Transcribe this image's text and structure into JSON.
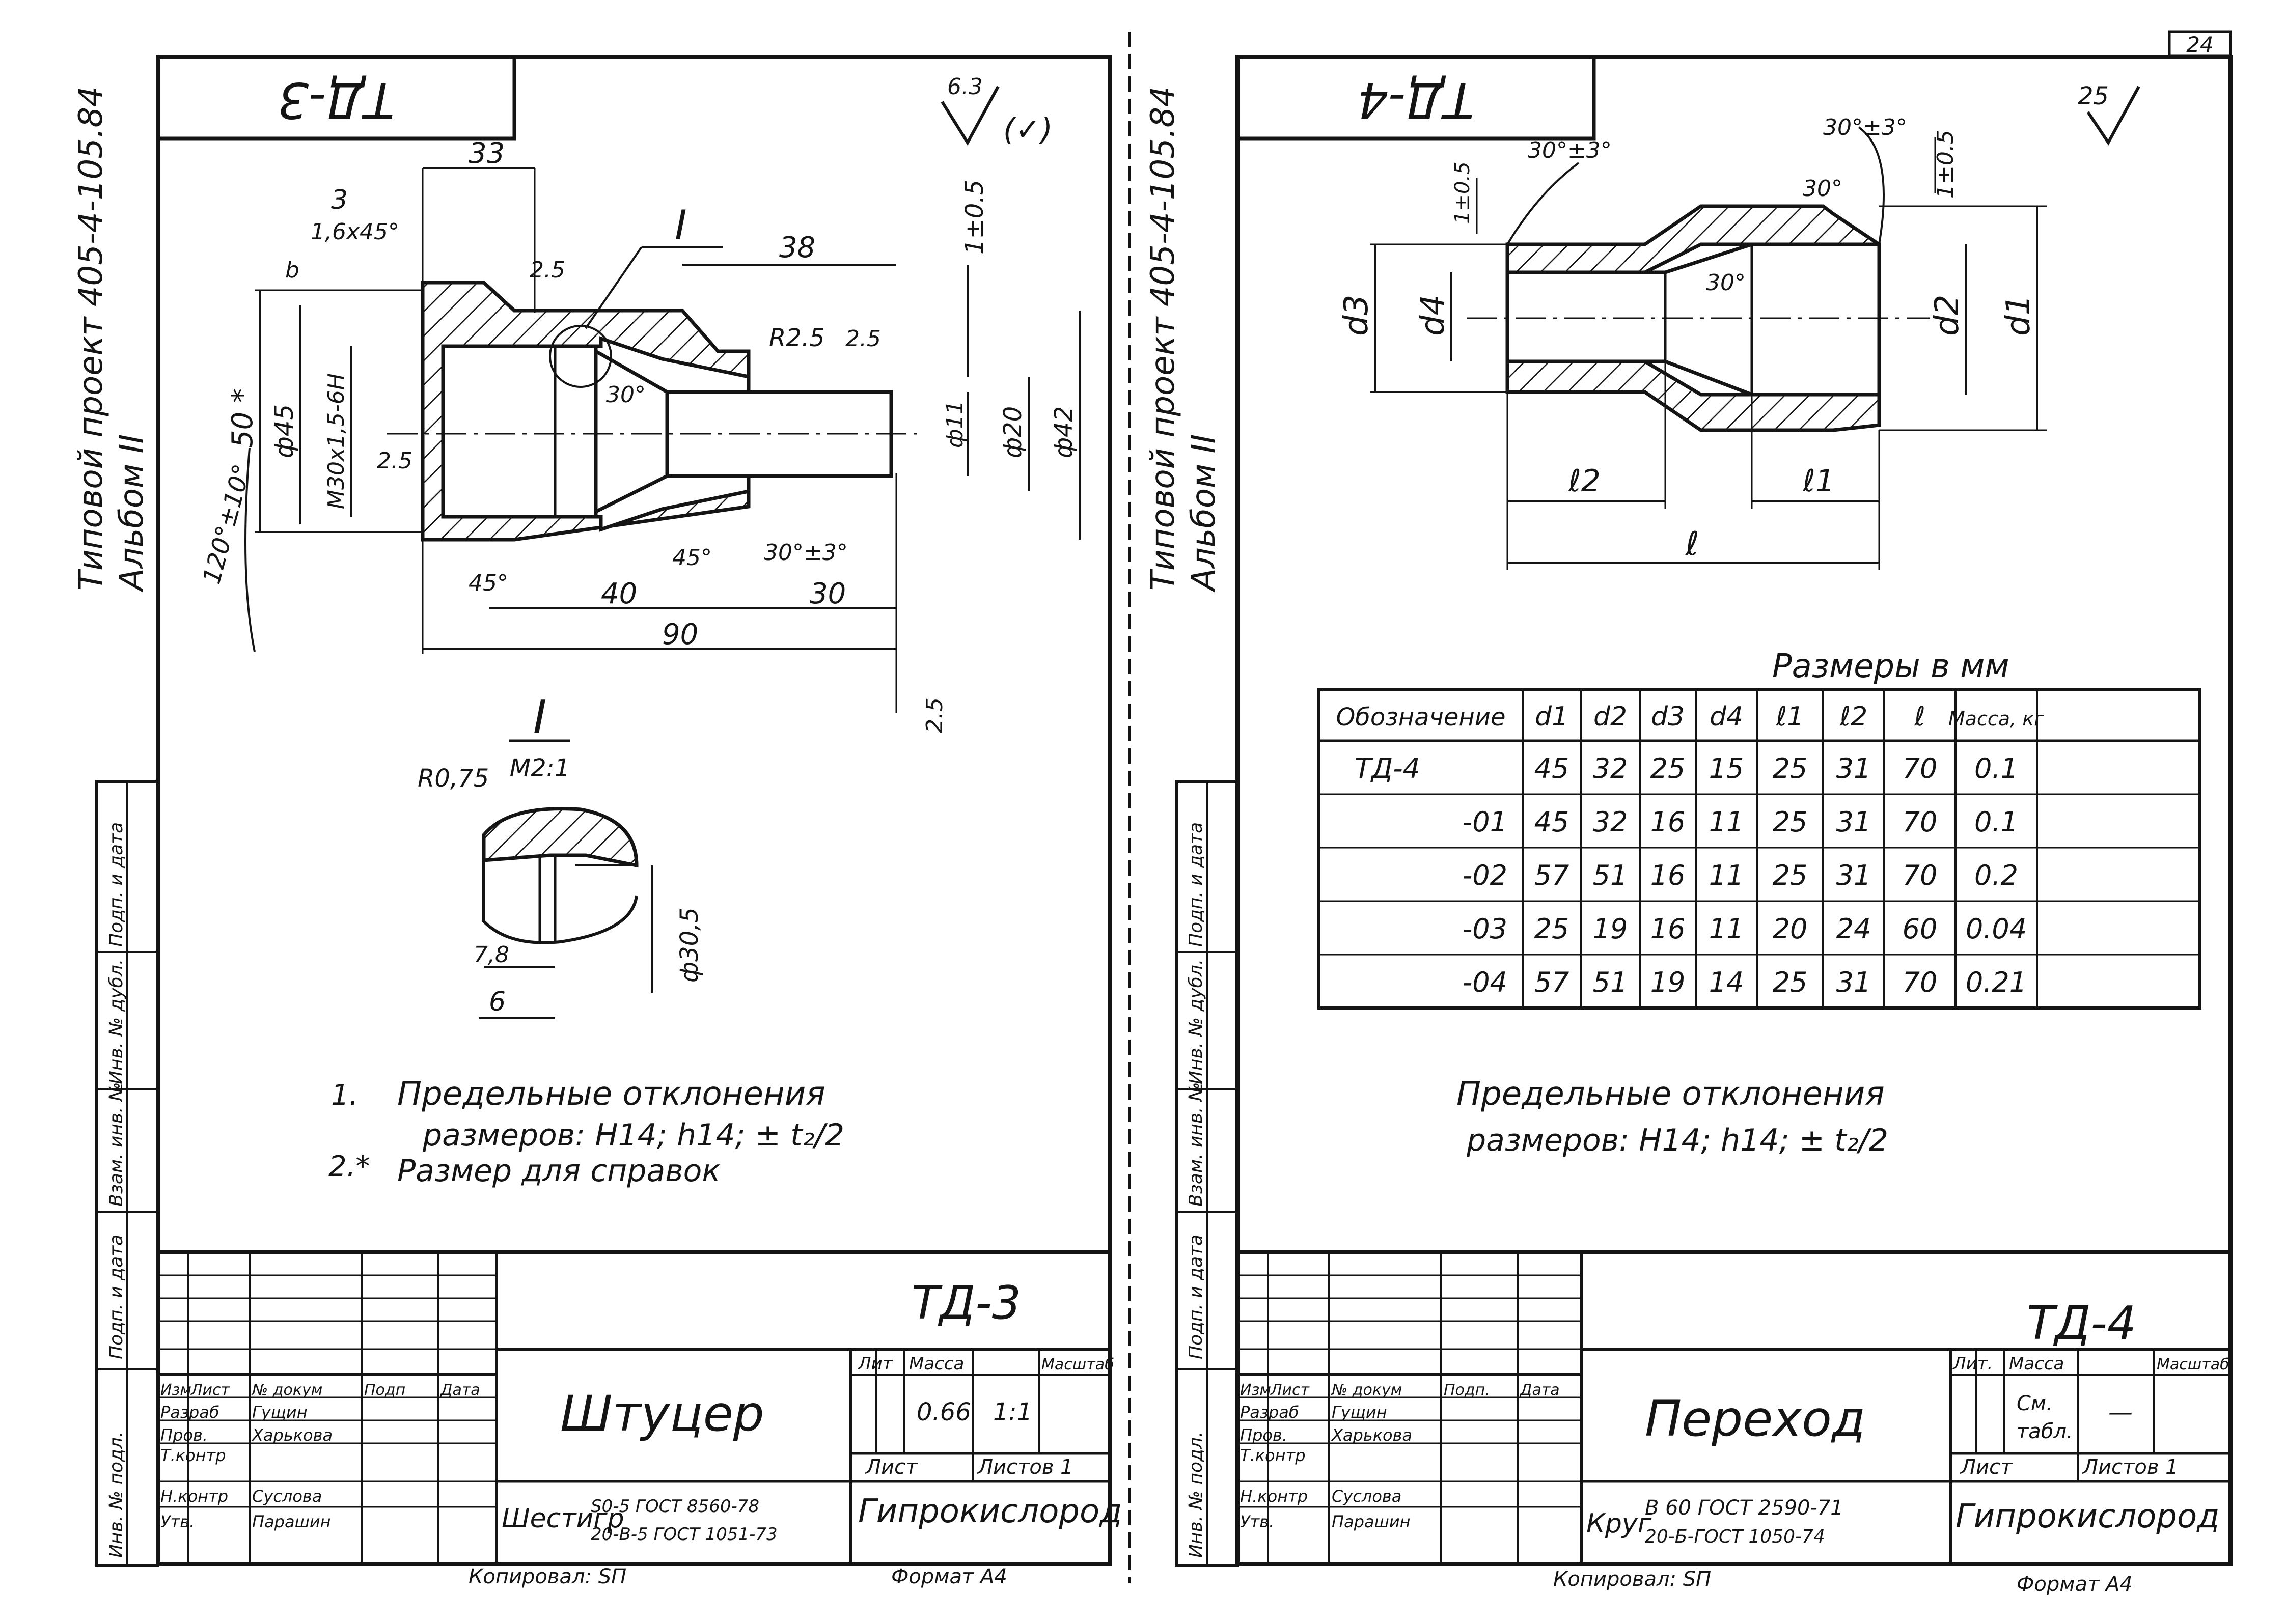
{
  "page_number": "24",
  "left_sheet": {
    "project_title_line1": "Типовой проект 405-4-105.84",
    "project_title_line2": "Альбом II",
    "designation_box": "ТД-3",
    "roughness": "6.3",
    "roughness_suffix": "(✓)",
    "dims": {
      "d33": "33",
      "d3": "3",
      "chamfer": "1,6x45°",
      "b": "b",
      "r25a": "2.5",
      "section_mark": "I",
      "d38": "38",
      "tol_1": "1±0.5",
      "r25": "R2.5",
      "r25b": "2.5",
      "d50": "50 *",
      "d45": "ф45",
      "thread": "M30x1,5-6H",
      "r25c": "2.5",
      "a30": "30°",
      "d11": "ф11",
      "d20": "ф20",
      "d42": "ф42",
      "a120": "120°±10°",
      "a45a": "45°",
      "a45b": "45°",
      "a30tol": "30°±3°",
      "d40": "40",
      "d30": "30",
      "d90": "90",
      "rough_small": "2.5"
    },
    "detail": {
      "title": "I",
      "scale": "M2:1",
      "radius": "R0,75",
      "d78": "7,8",
      "d6": "6",
      "d305": "ф30,5"
    },
    "notes": [
      {
        "num": "1.",
        "line1": "Предельные отклонения",
        "line2": "размеров: H14; h14; ± t₂/2"
      },
      {
        "num": "2.*",
        "line1": "Размер для справок",
        "line2": ""
      }
    ],
    "side_stamp": [
      "Инв. № подл.",
      "Подп. и дата",
      "Взам. инв. №",
      "Инв. № дубл.",
      "Подп. и дата"
    ],
    "title_block": {
      "designation": "ТД-3",
      "name": "Штуцер",
      "material_label": "Шестигр",
      "material_line1": "S0-5 ГОСТ 8560-78",
      "material_line2": "20-В-5 ГОСТ 1051-73",
      "col_lit": "Лит",
      "col_mass": "Масса",
      "col_scale": "Масштаб",
      "mass": "0.66",
      "scale": "1:1",
      "sheet": "Лист",
      "sheets": "Листов 1",
      "org": "Гипрокислород",
      "head_cols": [
        "Изм",
        "Лист",
        "№ докум",
        "Подп",
        "Дата"
      ],
      "rows": [
        {
          "role": "Разраб",
          "name": "Гущин"
        },
        {
          "role": "Пров.",
          "name": "Харькова"
        },
        {
          "role": "Т.контр",
          "name": ""
        },
        {
          "role": "Н.контр",
          "name": "Суслова"
        },
        {
          "role": "Утв.",
          "name": "Парашин"
        }
      ]
    },
    "copied": "Копировал: SП",
    "format": "Формат А4"
  },
  "right_sheet": {
    "project_title_line1": "Типовой проект 405-4-105.84",
    "project_title_line2": "Альбом II",
    "designation_box": "ТД-4",
    "roughness": "25",
    "dims": {
      "a30a": "30°±3°",
      "a30b": "30°±3°",
      "a30c": "30°",
      "a30d": "30°",
      "tol_left": "1±0.5",
      "tol_right": "1±0.5",
      "d3": "d3",
      "d4": "d4",
      "d2": "d2",
      "d1": "d1",
      "l2": "ℓ2",
      "l1": "ℓ1",
      "l": "ℓ"
    },
    "table": {
      "caption": "Размеры в мм",
      "headers": [
        "Обозначение",
        "d1",
        "d2",
        "d3",
        "d4",
        "ℓ1",
        "ℓ2",
        "ℓ",
        "Масса, кг"
      ],
      "rows": [
        [
          "ТД-4",
          "45",
          "32",
          "25",
          "15",
          "25",
          "31",
          "70",
          "0.1"
        ],
        [
          "-01",
          "45",
          "32",
          "16",
          "11",
          "25",
          "31",
          "70",
          "0.1"
        ],
        [
          "-02",
          "57",
          "51",
          "16",
          "11",
          "25",
          "31",
          "70",
          "0.2"
        ],
        [
          "-03",
          "25",
          "19",
          "16",
          "11",
          "20",
          "24",
          "60",
          "0.04"
        ],
        [
          "-04",
          "57",
          "51",
          "19",
          "14",
          "25",
          "31",
          "70",
          "0.21"
        ]
      ]
    },
    "note_line1": "Предельные отклонения",
    "note_line2": "размеров: H14; h14; ± t₂/2",
    "side_stamp": [
      "Инв. № подл.",
      "Подп. и дата",
      "Взам. инв. №",
      "Инв. № дубл.",
      "Подп. и дата"
    ],
    "title_block": {
      "designation": "ТД-4",
      "name": "Переход",
      "material_label": "Круг",
      "material_line1": "В 60 ГОСТ 2590-71",
      "material_line2": "20-Б-ГОСТ 1050-74",
      "col_lit": "Лит.",
      "col_mass": "Масса",
      "col_scale": "Масштаб",
      "mass_line1": "См.",
      "mass_line2": "табл.",
      "scale": "—",
      "sheet": "Лист",
      "sheets": "Листов 1",
      "org": "Гипрокислород",
      "head_cols": [
        "Изм",
        "Лист",
        "№ докум",
        "Подп.",
        "Дата"
      ],
      "rows": [
        {
          "role": "Разраб",
          "name": "Гущин"
        },
        {
          "role": "Пров.",
          "name": "Харькова"
        },
        {
          "role": "Т.контр",
          "name": ""
        },
        {
          "role": "Н.контр",
          "name": "Суслова"
        },
        {
          "role": "Утв.",
          "name": "Парашин"
        }
      ]
    },
    "copied": "Копировал: SП",
    "format": "Формат А4"
  }
}
